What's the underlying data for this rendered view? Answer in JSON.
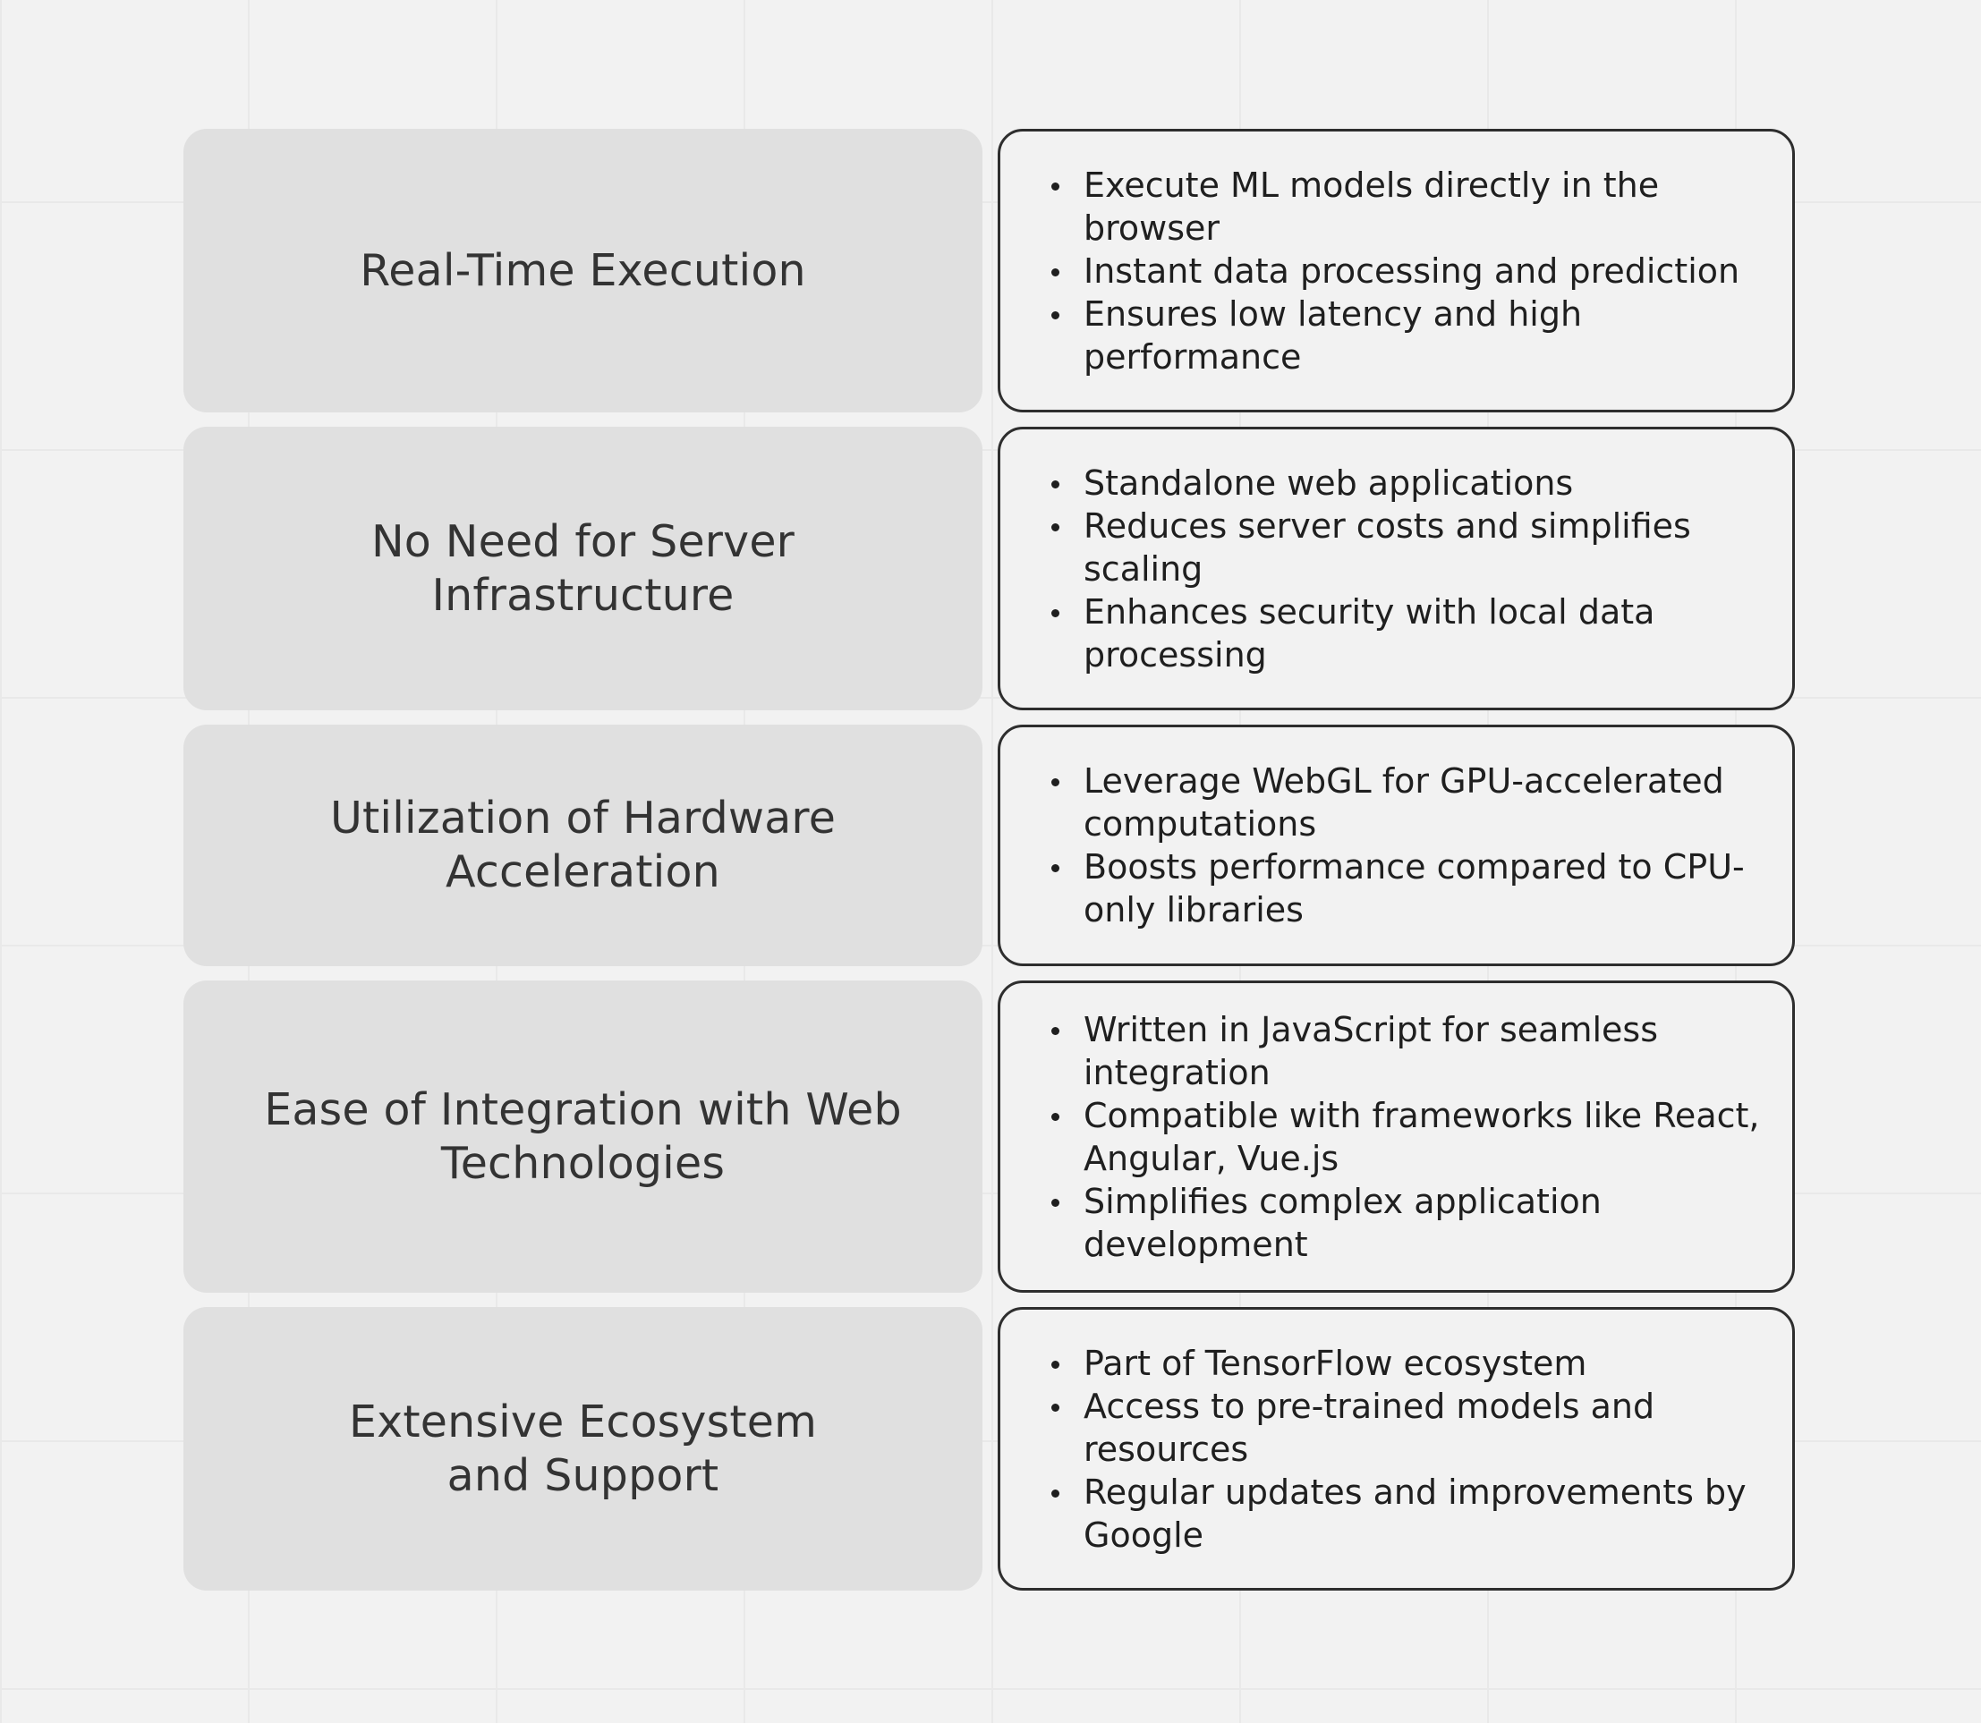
{
  "rows": [
    {
      "title": "Real-Time Execution",
      "bullets": [
        "Execute ML models directly in the browser",
        "Instant data processing and prediction",
        "Ensures low latency and high performance"
      ]
    },
    {
      "title": "No Need for Server Infrastructure",
      "bullets": [
        "Standalone web applications",
        "Reduces server costs and simplifies scaling",
        "Enhances security with local data processing"
      ]
    },
    {
      "title": "Utilization of Hardware Acceleration",
      "bullets": [
        "Leverage WebGL for GPU-accelerated computations",
        "Boosts performance compared to CPU-only libraries"
      ]
    },
    {
      "title": "Ease of Integration with Web Technologies",
      "bullets": [
        "Written in JavaScript for seamless integration",
        "Compatible with frameworks like React, Angular, Vue.js",
        "Simplifies complex application development"
      ]
    },
    {
      "title": "Extensive Ecosystem and Support",
      "bullets": [
        "Part of TensorFlow ecosystem",
        "Access to pre-trained models and resources",
        "Regular updates and improvements by Google"
      ]
    }
  ]
}
